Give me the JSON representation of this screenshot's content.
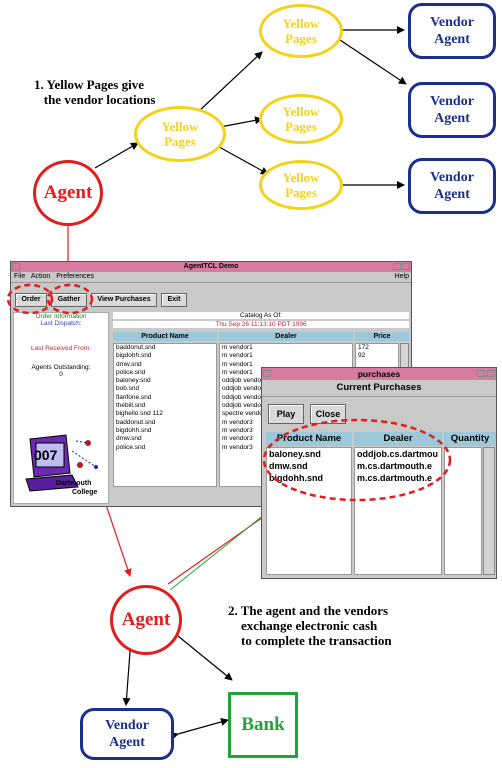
{
  "colors": {
    "yellow": "#f5d21a",
    "red": "#e21d1d",
    "blue": "#1a2f8f",
    "green": "#22a33a"
  },
  "diagram": {
    "yellow_pages_label": "Yellow\nPages",
    "vendor_agent_label": "Vendor\nAgent",
    "agent_label": "Agent",
    "bank_label": "Bank",
    "caption1": "1. Yellow Pages give\n   the vendor locations",
    "caption2": "2. The agent and the vendors\n    exchange electronic cash\n    to complete the transaction"
  },
  "demo_window": {
    "title": "AgentTCL Demo",
    "menu": [
      "File",
      "Action",
      "Preferences"
    ],
    "help": "Help",
    "buttons": {
      "order": "Order",
      "gather": "Gather",
      "view": "View Purchases",
      "exit": "Exit"
    },
    "left": {
      "order_info": "Order Information",
      "last_dispatch": "Last Dispatch:",
      "last_received": "Last Received From:",
      "agents_outstanding": "Agents Outstanding:",
      "agents_count": "0",
      "logo_text": "007",
      "college1": "Dartmouth",
      "college2": "College"
    },
    "catalog_label": "Catalog As Of:",
    "catalog_date": "Thu Sep 26 11:13:10 PDT 1996",
    "columns": [
      "Product Name",
      "Dealer",
      "Price"
    ],
    "products": [
      "baddonut.snd",
      "bigdohh.snd",
      "dmw.snd",
      "police.snd",
      "baloney.snd",
      "bob.snd",
      "flanfone.snd",
      "thebill.snd",
      "bighello.snd 112",
      "baddonut.snd",
      "bigdohh.snd",
      "dmw.snd",
      "police.snd"
    ],
    "dealers": [
      "m vendor1",
      "m vendor1",
      "m vendor1",
      "m vendor1",
      "oddjob vendor",
      "oddjob vendor",
      "oddjob vendor",
      "oddjob vendor",
      "spectre vendor",
      "m vendor3",
      "m vendor3",
      "m vendor3",
      "m vendor3"
    ],
    "prices": [
      "172",
      "92"
    ]
  },
  "purchases_window": {
    "title": "purchases",
    "header": "Current Purchases",
    "buttons": {
      "play": "Play",
      "close": "Close"
    },
    "columns": [
      "Product Name",
      "Dealer",
      "Quantity"
    ],
    "products": [
      "baloney.snd",
      "dmw.snd",
      "bigdohh.snd"
    ],
    "dealers": [
      "oddjob.cs.dartmou",
      "m.cs.dartmouth.e",
      "m.cs.dartmouth.e"
    ]
  }
}
